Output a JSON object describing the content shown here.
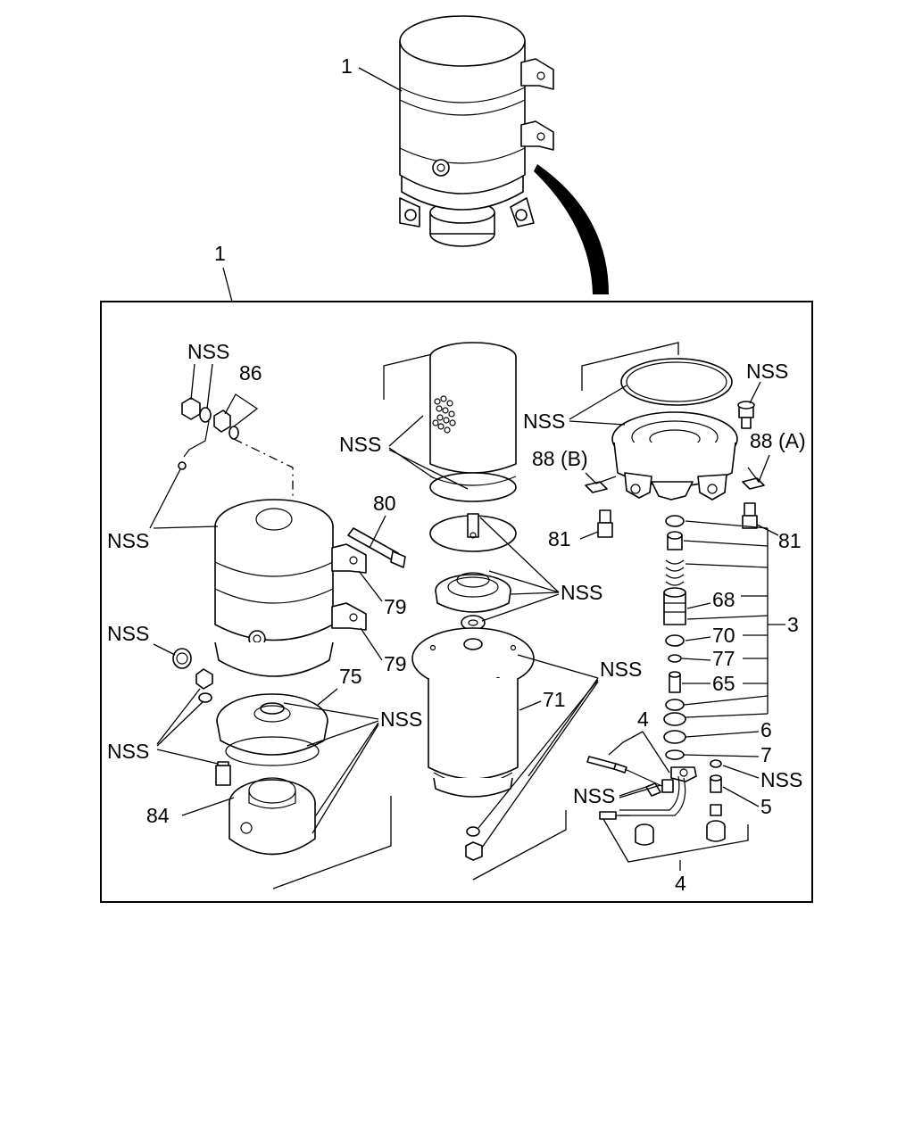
{
  "labels": {
    "top_assembly": "1",
    "frame_callout": "1",
    "nss": "NSS",
    "p86": "86",
    "p80": "80",
    "p79": "79",
    "p75": "75",
    "p84": "84",
    "p71": "71",
    "p88b": "88 (B)",
    "p88a": "88 (A)",
    "p81": "81",
    "p68": "68",
    "p70": "70",
    "p77": "77",
    "p65": "65",
    "p3": "3",
    "p6": "6",
    "p7": "7",
    "p4": "4",
    "p5": "5"
  }
}
